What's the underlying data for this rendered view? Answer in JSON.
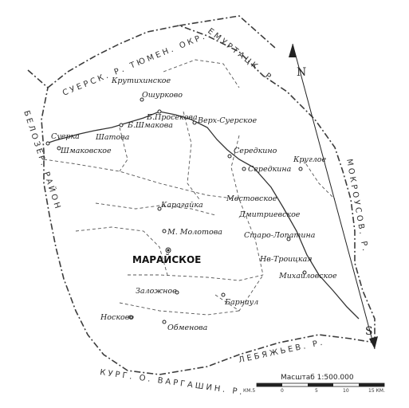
{
  "borders": {
    "north": "СУЕРСК. Р. ТЮМЕН. ОКР.",
    "northeast": "ЕМУРТАЦК. Р.",
    "east": "МОКРОУСОВ. Р.",
    "south": "ЛЕБЯЖЬЕВ. Р.",
    "southwest": "КУРГ. О. ВАРГАШИН. Р.",
    "west": "БЕЛОЗЕР. РАЙОН"
  },
  "places": {
    "krutikhinskoe": "Крутихинское",
    "oshurkovo": "Ошурково",
    "b_prosekova": "Б.Просекова",
    "b_shmakovo": "Б.Шмакова",
    "verkh_suerskoe": "Верх-Суерское",
    "suerka": "Суерка",
    "shatova": "Шатова",
    "shmakovskoe": "Шмаковское",
    "seredkino": "Середкино",
    "seredkina": "Середкина",
    "krugloe": "Круглое",
    "mostovskoe": "Мостовское",
    "karagaika": "Карагайка",
    "dmitrievskoe": "Дмитриевское",
    "m_molotova": "М. Молотова",
    "staro_lopatino": "Старо-Лопатина",
    "maraiskoe": "МАРАЙСКОЕ",
    "nv_troitskaya": "Нв-Троицкая",
    "mikhailovskoe": "Михайловское",
    "zalozhnoe": "Заложное",
    "barnaul": "Барнаул",
    "noskovo": "Носково",
    "obmenova": "Обменова"
  },
  "scale": {
    "title": "Масштаб 1:500.000",
    "unit": "КМ.5",
    "ticks": [
      "0",
      "5",
      "10",
      "15 КМ."
    ]
  },
  "north_arrow": {
    "top": "N",
    "bottom": "S"
  }
}
